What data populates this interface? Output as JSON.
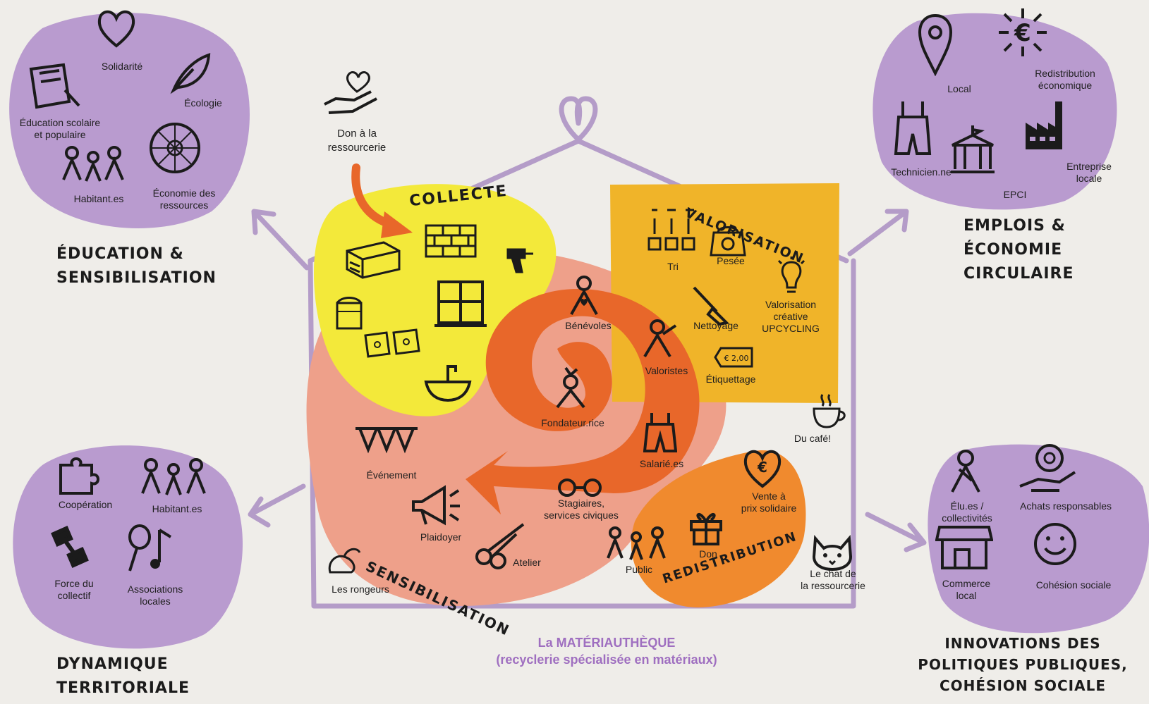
{
  "colors": {
    "purple": "#b99bcf",
    "house": "#b49cc8",
    "yellow": "#f3e93a",
    "salmon": "#eea08a",
    "darkorange": "#e8672a",
    "orange": "#f08a2e",
    "amber": "#f0b429",
    "caption": "#9f6fc0"
  },
  "education": {
    "title": "ÉDUCATION & SENSIBILISATION",
    "items": {
      "solidarite": "Solidarité",
      "ecologie": "Écologie",
      "education": "Éducation scolaire\net populaire",
      "habitants": "Habitant.es",
      "economie": "Économie des\nressources"
    }
  },
  "emplois": {
    "title": "EMPLOIS &\nÉCONOMIE\nCIRCULAIRE",
    "items": {
      "local": "Local",
      "redistribution": "Redistribution\néconomique",
      "technicien": "Technicien.ne",
      "epci": "EPCI",
      "entreprise": "Entreprise\nlocale"
    }
  },
  "dynamique": {
    "title": "DYNAMIQUE\nTERRITORIALE",
    "items": {
      "cooperation": "Coopération",
      "habitants": "Habitant.es",
      "force": "Force du\ncollectif",
      "associations": "Associations\nlocales"
    }
  },
  "innovations": {
    "title": "INNOVATIONS DES\nPOLITIQUES PUBLIQUES,\nCOHÉSION SOCIALE",
    "items": {
      "elus": "Élu.es /\ncollectivités",
      "achats": "Achats responsables",
      "commerce": "Commerce\nlocal",
      "cohesion": "Cohésion sociale"
    }
  },
  "center": {
    "don": "Don à la\nressourcerie",
    "collecte": "COLLECTE",
    "valorisation": {
      "title": "VALORISATION",
      "tri": "Tri",
      "pesee": "Pesée",
      "nettoyage": "Nettoyage",
      "creative": "Valorisation\ncréative\nUPCYCLING",
      "etiquettage": "Étiquettage"
    },
    "actors": {
      "benevoles": "Bénévoles",
      "valoristes": "Valoristes",
      "fondateur": "Fondateur.rice",
      "salaries": "Salarié.es",
      "stagiaires": "Stagiaires,\nservices civiques"
    },
    "sensibilisation": {
      "title": "SENSIBILISATION",
      "evenement": "Événement",
      "plaidoyer": "Plaidoyer",
      "atelier": "Atelier",
      "rongeurs": "Les rongeurs"
    },
    "redistribution": {
      "title": "REDISTRIBUTION",
      "vente": "Vente à\nprix solidaire",
      "don": "Don",
      "public": "Public",
      "chat": "Le chat de\nla ressourcerie"
    },
    "cafe": "Du café!",
    "caption": "La MATÉRIAUTHÈQUE\n(recyclerie spécialisée en matériaux)"
  }
}
